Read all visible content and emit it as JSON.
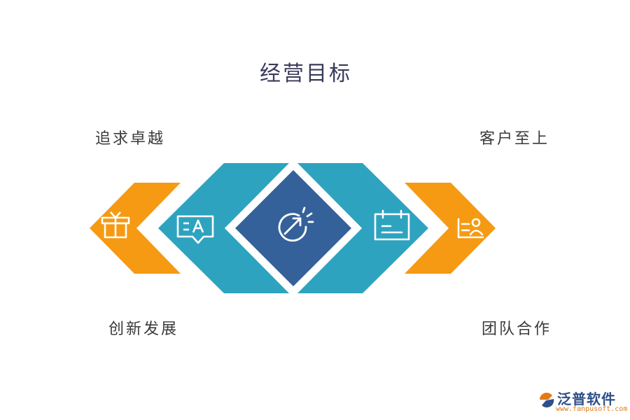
{
  "title": "经营目标",
  "labels": {
    "top_left": "追求卓越",
    "top_right": "客户至上",
    "bottom_left": "创新发展",
    "bottom_right": "团队合作"
  },
  "icons": {
    "far_left": "gift-box-icon",
    "left": "chat-text-icon",
    "center": "target-arrow-icon",
    "right": "calendar-icon",
    "far_right": "profile-card-icon"
  },
  "colors": {
    "orange": "#f59a12",
    "teal": "#2ea3bf",
    "navy": "#35619a",
    "title": "#3a3a5a"
  },
  "logo": {
    "name": "泛普软件",
    "url": "www.fanpusoft.com"
  }
}
